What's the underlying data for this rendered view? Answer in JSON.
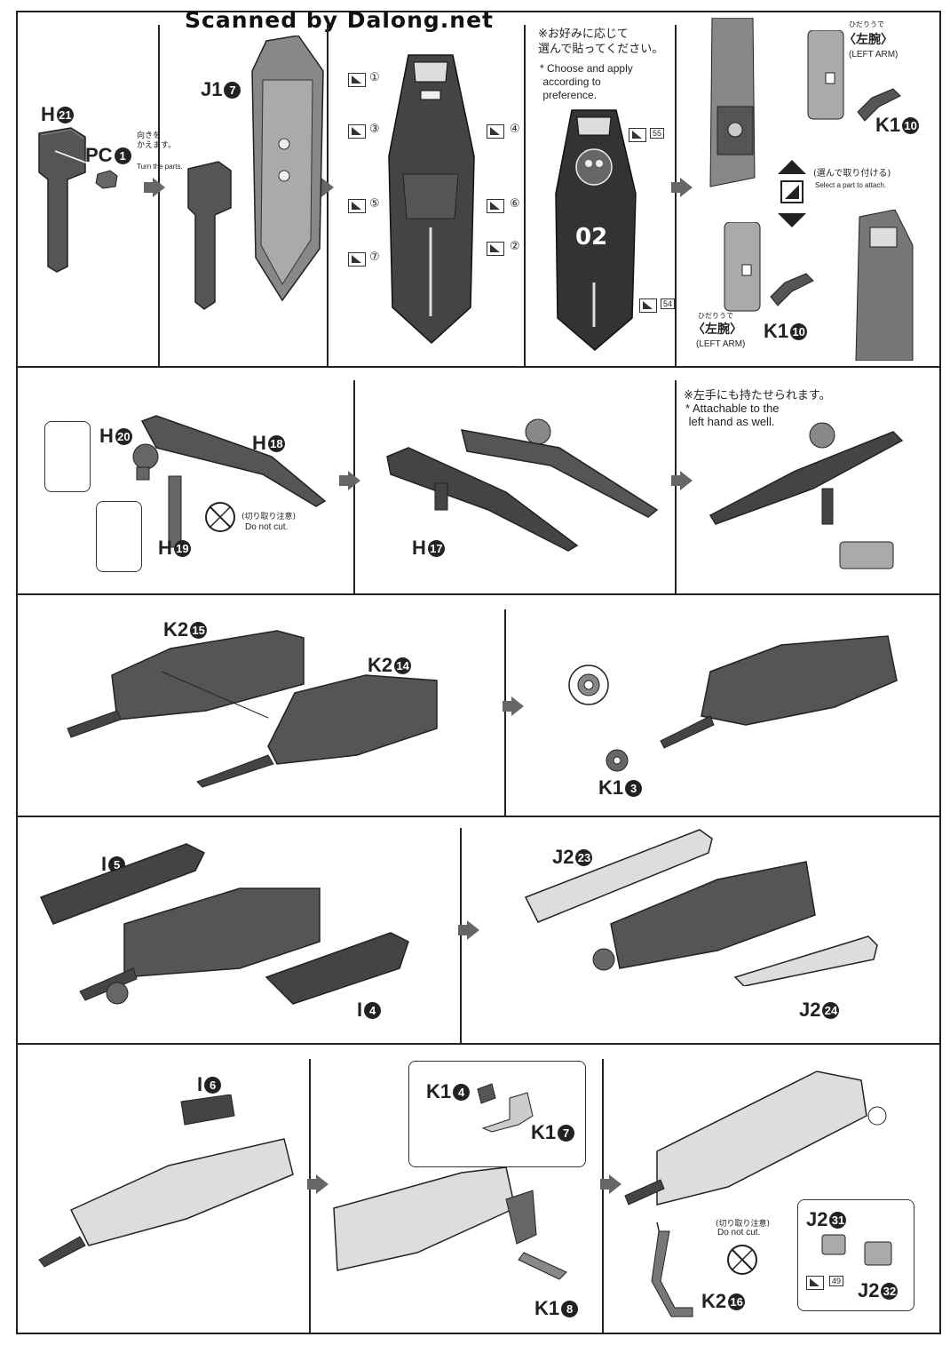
{
  "header": {
    "scanner_text": "Scanned by Dalong.net"
  },
  "step1": {
    "h21": "H",
    "h21_num": "21",
    "pc1": "PC",
    "pc1_num": "1",
    "turn_jp": "向きを\nかえます。",
    "turn_en": "Turn the parts.",
    "j17": "J1",
    "j17_num": "7",
    "decal_numbers": [
      "①",
      "③",
      "④",
      "⑤",
      "⑥",
      "②",
      "⑦"
    ],
    "choose_jp": "※お好みに応じて\n選んで貼ってください。",
    "choose_en": "* Choose and apply\n according to\n preference.",
    "decal_55": "55",
    "decal_54": "54",
    "shield_number": "02",
    "left_arm_jp": "〈左腕〉",
    "left_arm_ruby": "ひだりうで",
    "left_arm_en": "(LEFT ARM)",
    "k110": "K1",
    "k110_num": "10",
    "select_jp": "(選んで取り付ける)",
    "select_en": "Select a part to attach."
  },
  "step2": {
    "h20": "H",
    "h20_num": "20",
    "h18": "H",
    "h18_num": "18",
    "h19": "H",
    "h19_num": "19",
    "h17": "H",
    "h17_num": "17",
    "cut_jp": "(切り取り注意)",
    "cut_en": "Do not cut.",
    "left_hand_jp": "※左手にも持たせられます。",
    "left_hand_en": "* Attachable to the\n left hand as well."
  },
  "step3": {
    "k215": "K2",
    "k215_num": "15",
    "k214": "K2",
    "k214_num": "14",
    "k13": "K1",
    "k13_num": "3"
  },
  "step4": {
    "i5": "I",
    "i5_num": "5",
    "i4": "I",
    "i4_num": "4",
    "j223": "J2",
    "j223_num": "23",
    "j224": "J2",
    "j224_num": "24"
  },
  "step5": {
    "i6": "I",
    "i6_num": "6",
    "k14": "K1",
    "k14_num": "4",
    "k17": "K1",
    "k17_num": "7",
    "k18": "K1",
    "k18_num": "8",
    "cut_jp": "(切り取り注意)",
    "cut_en": "Do not cut.",
    "k216": "K2",
    "k216_num": "16",
    "j231": "J2",
    "j231_num": "31",
    "j232": "J2",
    "j232_num": "32",
    "decal_49": "49"
  }
}
